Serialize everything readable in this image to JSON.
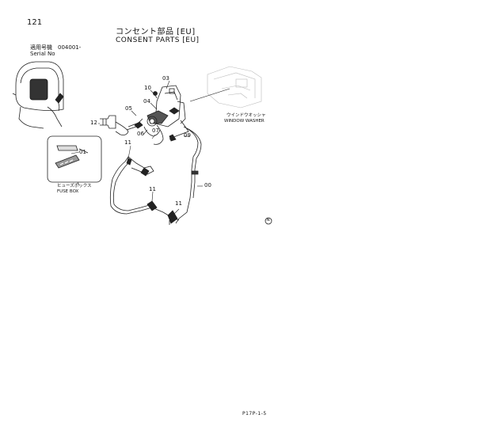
{
  "header": {
    "page_number": "121",
    "title_jp": "コンセント部品 [EU]",
    "title_en": "CONSENT PARTS [EU]",
    "serial_label_jp": "適用号機",
    "serial_value": "004001-",
    "serial_label_en": "Serial No"
  },
  "callouts": [
    "01",
    "03",
    "04",
    "05",
    "06",
    "07",
    "09",
    "10",
    "11",
    "11",
    "11",
    "12",
    "00"
  ],
  "labels": {
    "window_washer_jp": "ウインドウオッシャ",
    "window_washer_en": "WINDOW WASHER",
    "fuse_box_jp": "ヒューズボックス",
    "fuse_box_en": "FUSE BOX",
    "compass_mark": "N"
  },
  "footer": {
    "code": "P17P-1-5"
  }
}
